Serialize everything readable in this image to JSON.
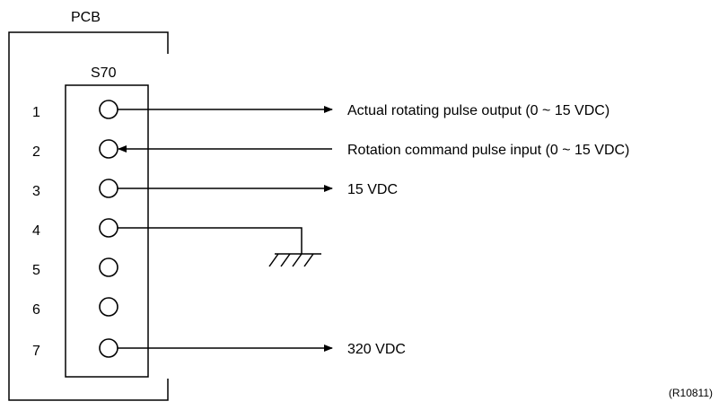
{
  "board_label": "PCB",
  "connector_label": "S70",
  "pins": [
    {
      "number": "1",
      "signal": "Actual rotating pulse output (0 ~ 15 VDC)",
      "direction": "out"
    },
    {
      "number": "2",
      "signal": "Rotation command pulse input (0 ~ 15 VDC)",
      "direction": "in"
    },
    {
      "number": "3",
      "signal": "15 VDC",
      "direction": "out"
    },
    {
      "number": "4",
      "signal": "",
      "direction": "ground"
    },
    {
      "number": "5",
      "signal": "",
      "direction": "none"
    },
    {
      "number": "6",
      "signal": "",
      "direction": "none"
    },
    {
      "number": "7",
      "signal": "320 VDC",
      "direction": "out"
    }
  ],
  "figure_code": "(R10811)"
}
